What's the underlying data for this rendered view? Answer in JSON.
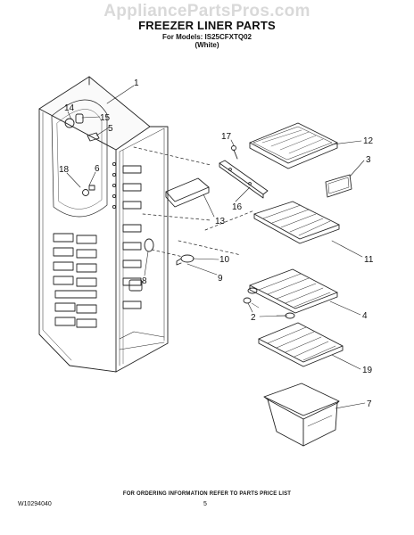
{
  "watermark": "AppliancePartsPros.com",
  "header": {
    "title": "FREEZER LINER PARTS",
    "models": "For Models: IS25CFXTQ02",
    "color": "(White)"
  },
  "callouts": [
    "1",
    "14",
    "15",
    "5",
    "18",
    "6",
    "17",
    "12",
    "3",
    "16",
    "13",
    "11",
    "10",
    "9",
    "8",
    "2",
    "4",
    "19",
    "7"
  ],
  "footer": {
    "order_note": "FOR ORDERING INFORMATION REFER TO PARTS PRICE LIST",
    "doc_number": "W10294040",
    "page_number": "5"
  },
  "colors": {
    "line": "#222222",
    "liner_fill": "#fafafa",
    "watermark": "#d9d9d9"
  }
}
